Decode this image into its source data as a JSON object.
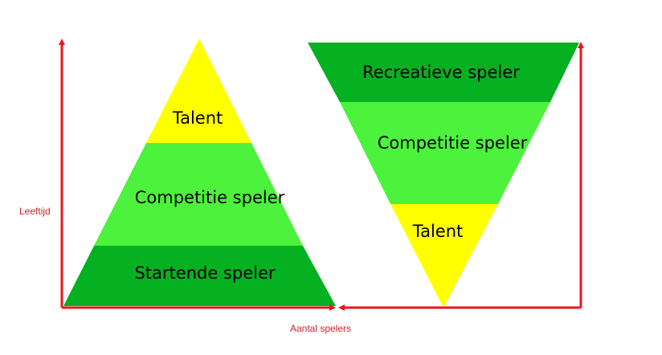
{
  "diagram": {
    "y_axis_label": "Leeftijd",
    "x_axis_label": "Aantal spelers",
    "left_pyramid": {
      "top_layer": "Talent",
      "middle_layer": "Competitie speler",
      "bottom_layer": "Startende speler"
    },
    "right_pyramid": {
      "top_layer": "Recreatieve speler",
      "middle_layer": "Competitie speler",
      "bottom_layer": "Talent"
    }
  },
  "colors": {
    "yellow": "#ffff00",
    "light_green": "#4cf23c",
    "dark_green": "#05b021",
    "axis_red": "#e8161f",
    "axis_label_red": "#d4202a"
  }
}
